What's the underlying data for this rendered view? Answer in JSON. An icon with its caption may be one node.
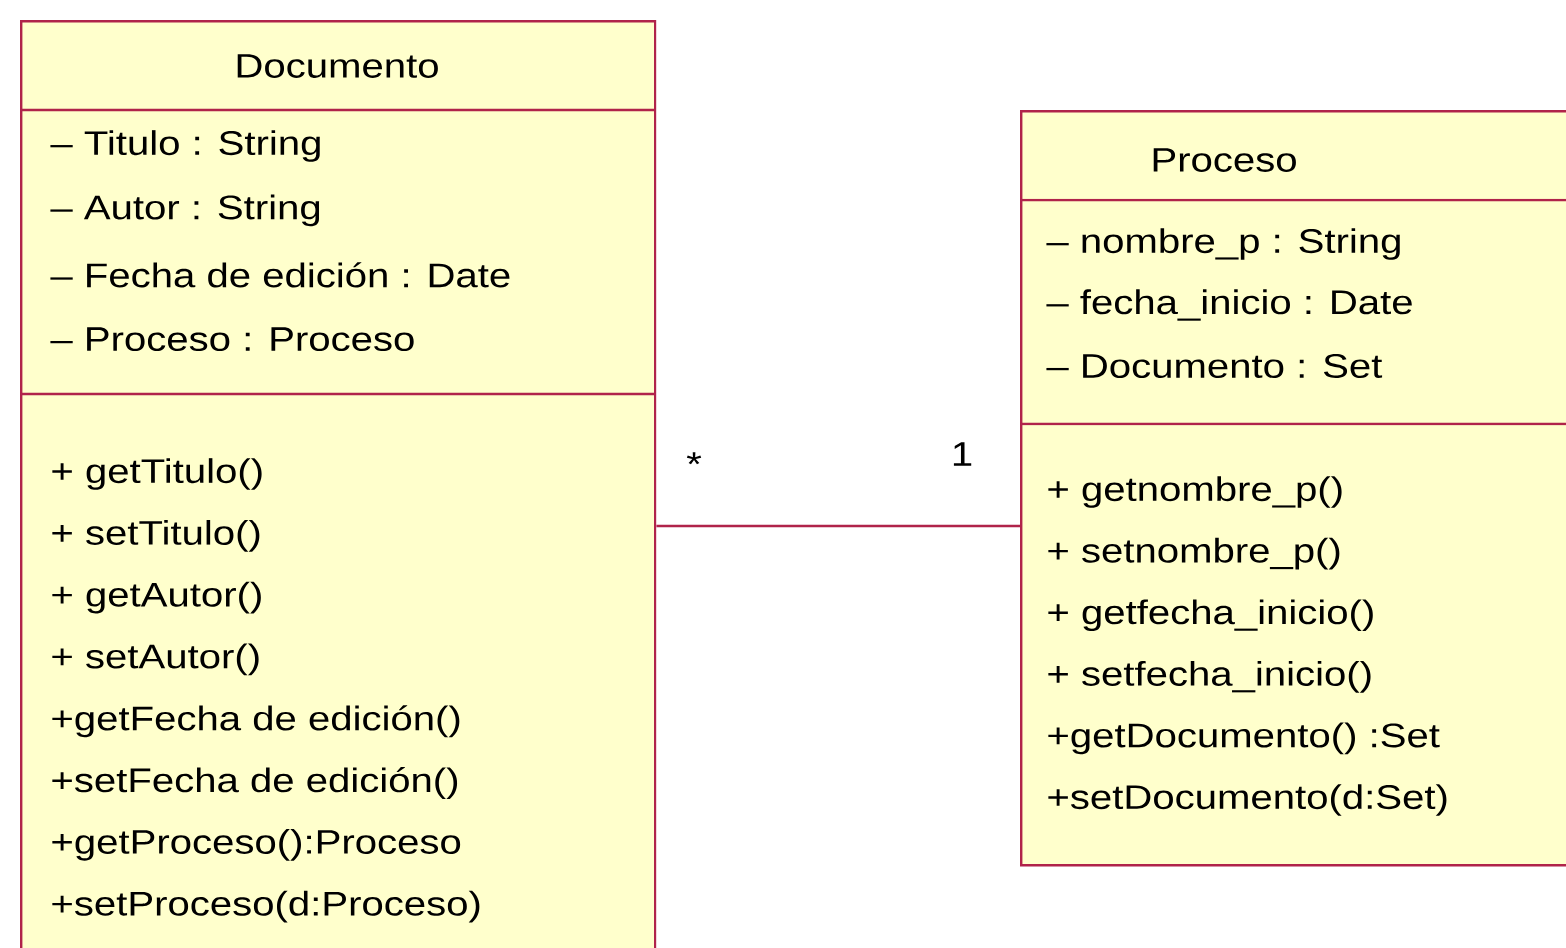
{
  "diagram": {
    "nodes": [
      {
        "text": [
          "Documento",
          "– Titulo : String",
          "– Autor : String",
          "– Fecha de edición : Date",
          "– Proceso : Proceso",
          "+ getTitulo()",
          "+ setTitulo()",
          "+ getAutor()",
          "+ setAutor()",
          "+getFecha de edición()",
          "+setFecha de edición()",
          "+getProceso():Proceso",
          "+setProceso(d:Proceso)"
        ]
      },
      {
        "text": [
          "Proceso",
          "– nombre_p : String",
          "– fecha_inicio  : Date",
          "– Documento  : Set",
          "+ getnombre_p()",
          "+ setnombre_p()",
          "+ getfecha_inicio()",
          "+ setfecha_inicio()",
          "+getDocumento() :Set",
          "+setDocumento(d:Set)"
        ]
      }
    ],
    "edges": [
      {
        "from": 0,
        "to": 1,
        "arrow": "none"
      }
    ],
    "labels": [
      "*",
      "1"
    ]
  }
}
